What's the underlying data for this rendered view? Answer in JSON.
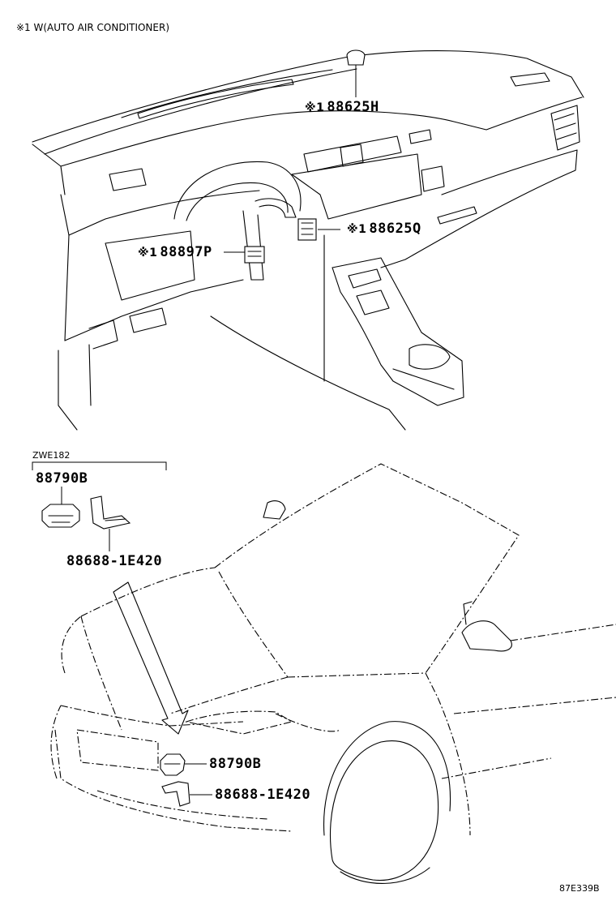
{
  "header_note": "※1 W(AUTO AIR CONDITIONER)",
  "marker": "※1",
  "parts": {
    "p88625H": "88625H",
    "p88625Q": "88625Q",
    "p88897P": "88897P",
    "p88790B": "88790B",
    "p88688": "88688-1E420"
  },
  "group_code": "ZWE182",
  "figure_id": "87E339B"
}
